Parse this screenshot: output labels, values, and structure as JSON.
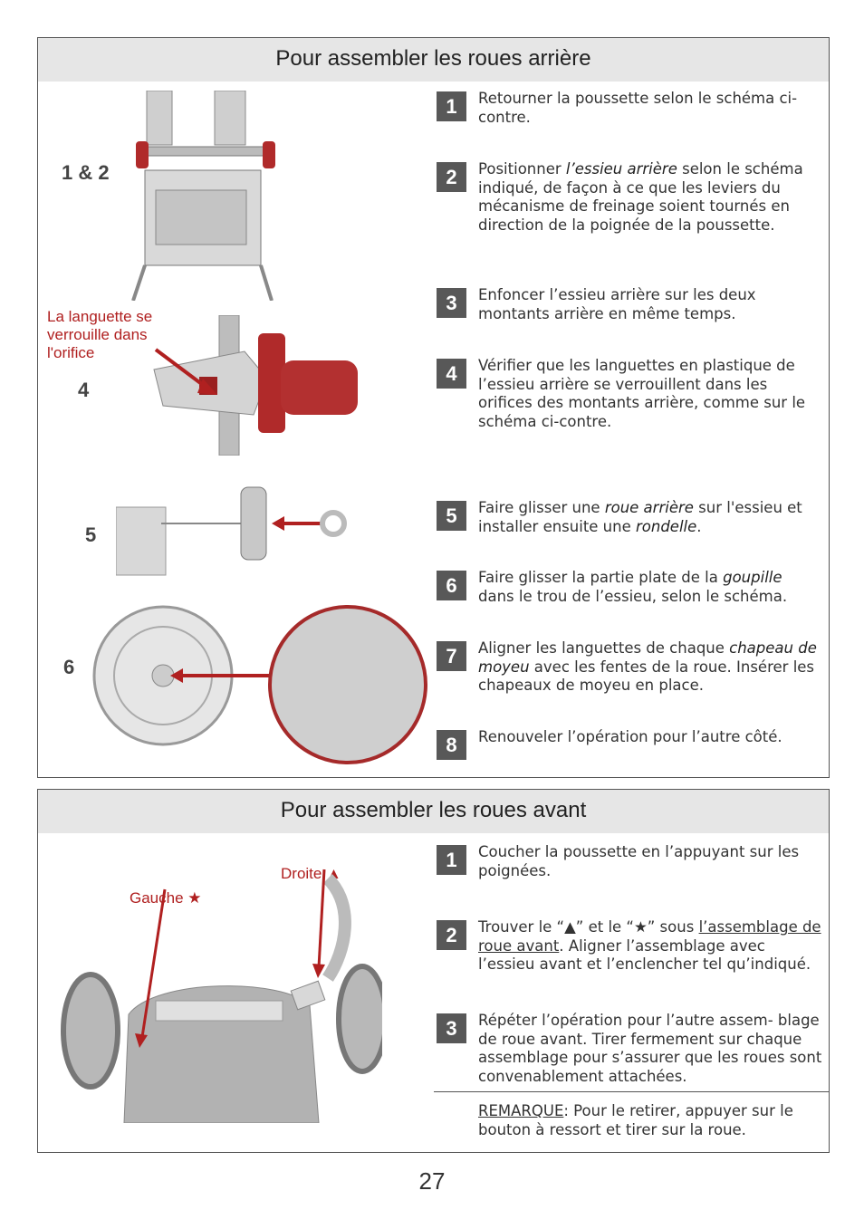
{
  "rear": {
    "title": "Pour assembler les roues arrière",
    "fig_labels": {
      "f12": "1 & 2",
      "f4": "4",
      "f5": "5",
      "f6": "6"
    },
    "callout": "La languette se verrouille dans l'orifice",
    "steps": [
      {
        "num": "1",
        "parts": [
          {
            "t": "Retourner la poussette selon le schéma ci-contre."
          }
        ]
      },
      {
        "num": "2",
        "parts": [
          {
            "t": "Positionner "
          },
          {
            "t": "l’essieu arrière",
            "e": true
          },
          {
            "t": " selon le schéma indiqué, de façon à ce que les leviers du mécanisme de freinage soient tournés en direction de la poignée de la poussette."
          }
        ]
      },
      {
        "num": "3",
        "parts": [
          {
            "t": "Enfoncer l’essieu arrière sur les deux montants arrière en même temps."
          }
        ]
      },
      {
        "num": "4",
        "parts": [
          {
            "t": "Vérifier que les languettes en plastique de l’essieu arrière se verrouillent dans les orifices des montants arrière, comme sur le schéma ci-contre."
          }
        ]
      },
      {
        "num": "5",
        "parts": [
          {
            "t": "Faire glisser une "
          },
          {
            "t": "roue arrière",
            "e": true
          },
          {
            "t": " sur l'essieu et installer ensuite une "
          },
          {
            "t": "rondelle",
            "e": true
          },
          {
            "t": "."
          }
        ]
      },
      {
        "num": "6",
        "parts": [
          {
            "t": "Faire glisser la partie plate de la "
          },
          {
            "t": "goupille",
            "e": true
          },
          {
            "t": " dans le trou de l’essieu, selon le schéma."
          }
        ]
      },
      {
        "num": "7",
        "parts": [
          {
            "t": "Aligner les languettes de chaque "
          },
          {
            "t": "chapeau de moyeu",
            "e": true
          },
          {
            "t": " avec les fentes de la roue. Insérer les chapeaux de moyeu en place."
          }
        ]
      },
      {
        "num": "8",
        "parts": [
          {
            "t": "Renouveler l’opération pour l’autre côté."
          }
        ]
      }
    ]
  },
  "front": {
    "title": "Pour assembler les roues avant",
    "left_label": "Gauche ★",
    "right_label": "Droite ▲",
    "steps": [
      {
        "num": "1",
        "parts": [
          {
            "t": "Coucher la poussette en l’appuyant sur les poignées."
          }
        ]
      },
      {
        "num": "2",
        "parts": [
          {
            "t": "Trouver le “▲” et le “★” sous "
          },
          {
            "t": "l’assemblage de roue avant",
            "u": true
          },
          {
            "t": ". Aligner l’assemblage avec l’essieu avant et l’enclencher tel qu’indiqué."
          }
        ]
      },
      {
        "num": "3",
        "parts": [
          {
            "t": "Répéter l’opération pour l’autre assem- blage de roue avant. Tirer fermement sur chaque assemblage pour s’assurer que les roues sont convenablement attachées."
          }
        ]
      }
    ],
    "note": [
      {
        "t": "REMARQUE",
        "u": true
      },
      {
        "t": ": Pour le retirer, appuyer sur le bouton à ressort et tirer sur la roue."
      }
    ]
  },
  "page_number": "27",
  "colors": {
    "accent_red": "#b02020",
    "number_box": "#585858",
    "header_bg": "#e6e6e6"
  }
}
